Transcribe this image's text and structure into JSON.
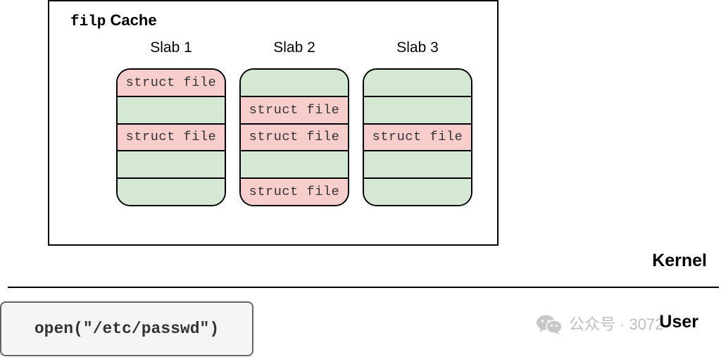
{
  "cache": {
    "title_mono": "filp",
    "title_rest": " Cache"
  },
  "slabs": [
    {
      "label": "Slab 1",
      "slots": [
        {
          "state": "used",
          "text": "struct file"
        },
        {
          "state": "free",
          "text": ""
        },
        {
          "state": "used",
          "text": "struct file"
        },
        {
          "state": "free",
          "text": ""
        },
        {
          "state": "free",
          "text": ""
        }
      ]
    },
    {
      "label": "Slab 2",
      "slots": [
        {
          "state": "free",
          "text": ""
        },
        {
          "state": "used",
          "text": "struct file"
        },
        {
          "state": "used",
          "text": "struct file"
        },
        {
          "state": "free",
          "text": ""
        },
        {
          "state": "used",
          "text": "struct file"
        }
      ]
    },
    {
      "label": "Slab 3",
      "slots": [
        {
          "state": "free",
          "text": ""
        },
        {
          "state": "free",
          "text": ""
        },
        {
          "state": "used",
          "text": "struct file"
        },
        {
          "state": "free",
          "text": ""
        },
        {
          "state": "free",
          "text": ""
        }
      ]
    }
  ],
  "colors": {
    "free": "#d5e8d4",
    "used": "#f8cecc"
  },
  "kernel_label": "Kernel",
  "user_label": "User",
  "syscall": "open(\"/etc/passwd\")",
  "watermark": {
    "icon": "wechat-icon",
    "text": "公众号 · 3072"
  }
}
